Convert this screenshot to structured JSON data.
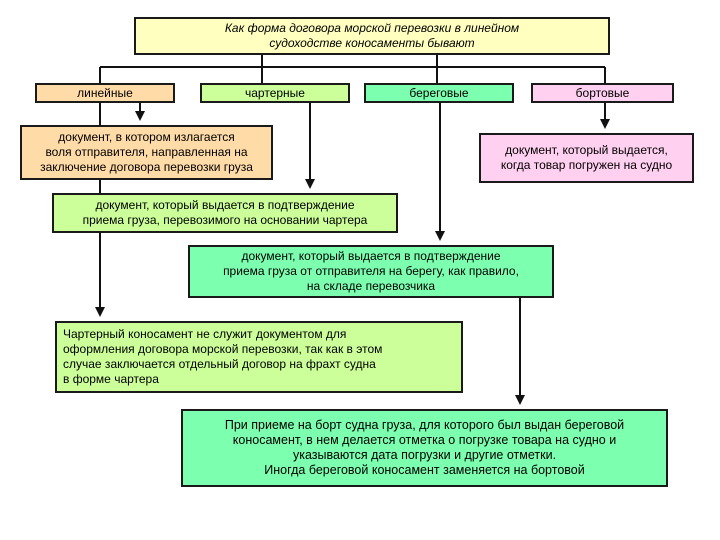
{
  "title": {
    "line1": "Как форма договора морской перевозки в линейном",
    "line2": "судоходстве коносаменты бывают"
  },
  "categories": {
    "linear": "линейные",
    "charter": "чартерные",
    "shore": "береговые",
    "board": "бортовые"
  },
  "descriptions": {
    "linear": [
      "документ, в котором излагается",
      "воля отправителя, направленная на",
      "заключение договора перевозки груза"
    ],
    "board": [
      "документ, который выдается,",
      "когда товар погружен на судно"
    ],
    "charter": [
      "документ, который выдается в подтверждение",
      "приема груза, перевозимого на основании чартера"
    ],
    "shore": [
      "документ, который выдается в подтверждение",
      "приема груза от отправителя на берегу, как правило,",
      "на складе перевозчика"
    ]
  },
  "notes": {
    "charter": [
      "Чартерный коносамент не служит документом для",
      "оформления договора морской перевозки, так как в этом",
      "случае заключается отдельный договор на фрахт судна",
      "в форме чартера"
    ],
    "shore": [
      "При приеме на борт судна груза, для которого был выдан береговой",
      "коносамент, в нем делается отметка о погрузке товара на судно и",
      "указываются дата погрузки и другие отметки.",
      "Иногда береговой коносамент заменяется на бортовой"
    ]
  }
}
